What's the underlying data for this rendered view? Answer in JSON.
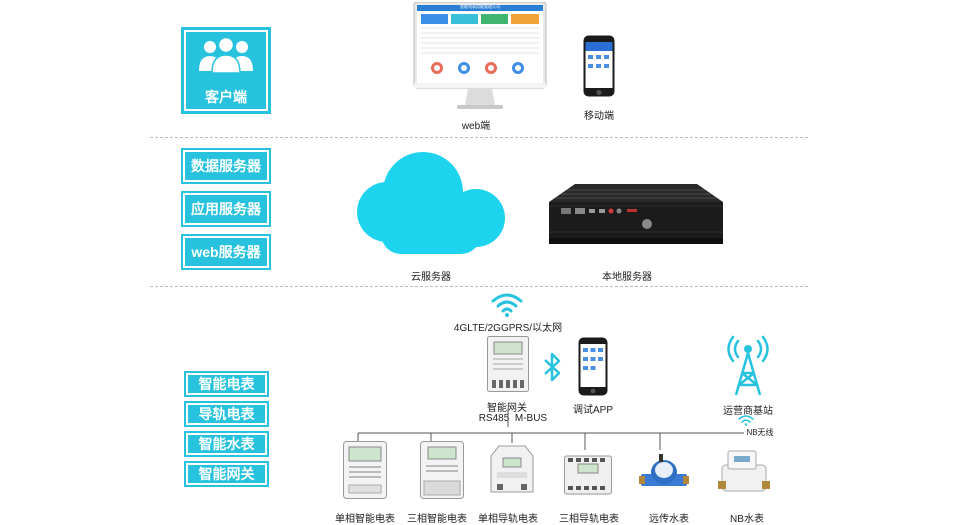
{
  "tiers": {
    "client": {
      "label": "客户端"
    },
    "server": {
      "items": [
        "数据服务器",
        "应用服务器",
        "web服务器"
      ]
    },
    "device": {
      "items": [
        "智能电表",
        "导轨电表",
        "智能水表",
        "智能网关"
      ]
    }
  },
  "client": {
    "web_label": "web端",
    "mobile_label": "移动端",
    "monitor_header": "智能电表用能管理公司"
  },
  "server": {
    "cloud_label": "云服务器",
    "local_label": "本地服务器"
  },
  "network": {
    "uplink_label": "4GLTE/2GGPRS/以太网",
    "gateway_label": "智能网关",
    "rs485_label": "RS485",
    "mbus_label": "M-BUS",
    "app_label": "调试APP",
    "base_station_label": "运营商基站",
    "nb_label": "NB无线"
  },
  "devices": [
    {
      "label": "单相智能电表"
    },
    {
      "label": "三相智能电表"
    },
    {
      "label": "单相导轨电表"
    },
    {
      "label": "三相导轨电表"
    },
    {
      "label": "远传水表"
    },
    {
      "label": "NB水表"
    }
  ],
  "colors": {
    "accent": "#27c3de",
    "cloud": "#1ed3ee",
    "divider": "#bdbdbd"
  }
}
